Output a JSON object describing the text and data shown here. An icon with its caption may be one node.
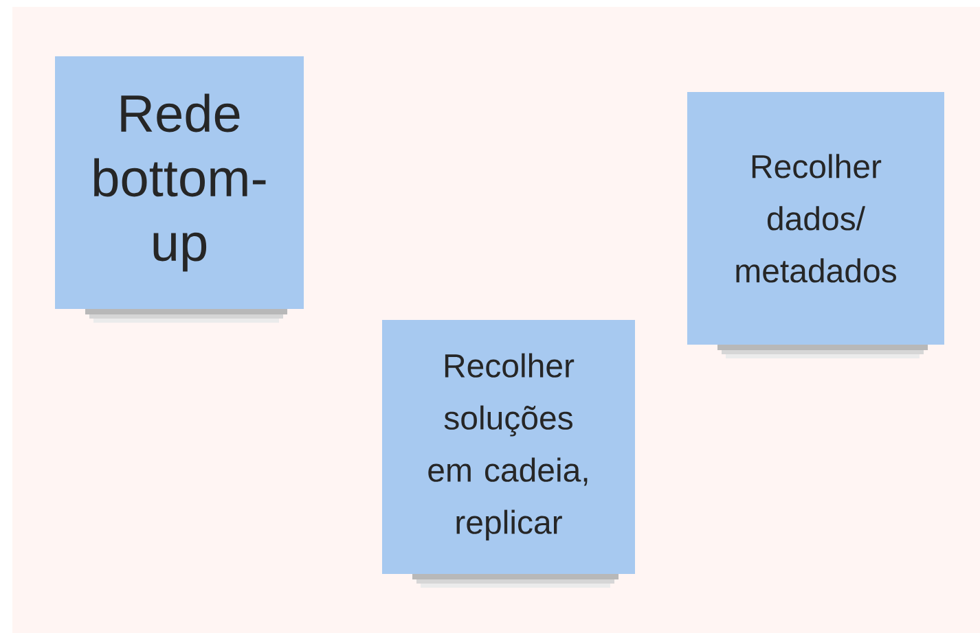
{
  "diagram": {
    "nodes": [
      {
        "text": [
          "Rede bottom-up"
        ]
      },
      {
        "text": [
          "Recolher soluções em cadeia, replicar"
        ]
      },
      {
        "text": [
          "Recolher dados/ metadados"
        ]
      }
    ]
  }
}
